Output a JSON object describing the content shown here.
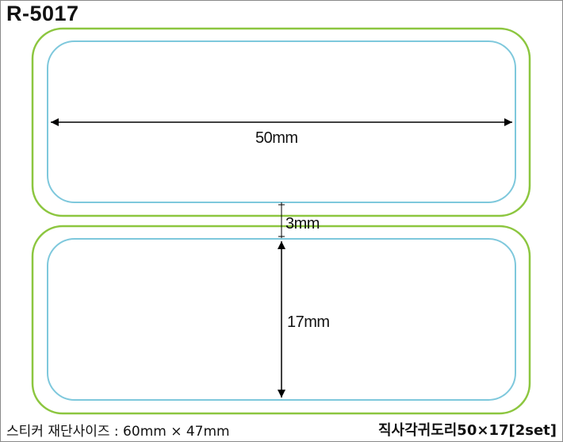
{
  "header": {
    "product_code": "R-5017"
  },
  "dimensions": {
    "width_label": "50mm",
    "gap_label": "3mm",
    "height_label": "17mm"
  },
  "footer": {
    "cut_size_text": "스티커 재단사이즈 : 60mm × 47mm",
    "product_name": "직사각귀도리50×17[2set]"
  },
  "colors": {
    "outer_cut_line": "#8cc63f",
    "inner_safe_line": "#7ec8dc",
    "dimension_line": "#000000"
  }
}
